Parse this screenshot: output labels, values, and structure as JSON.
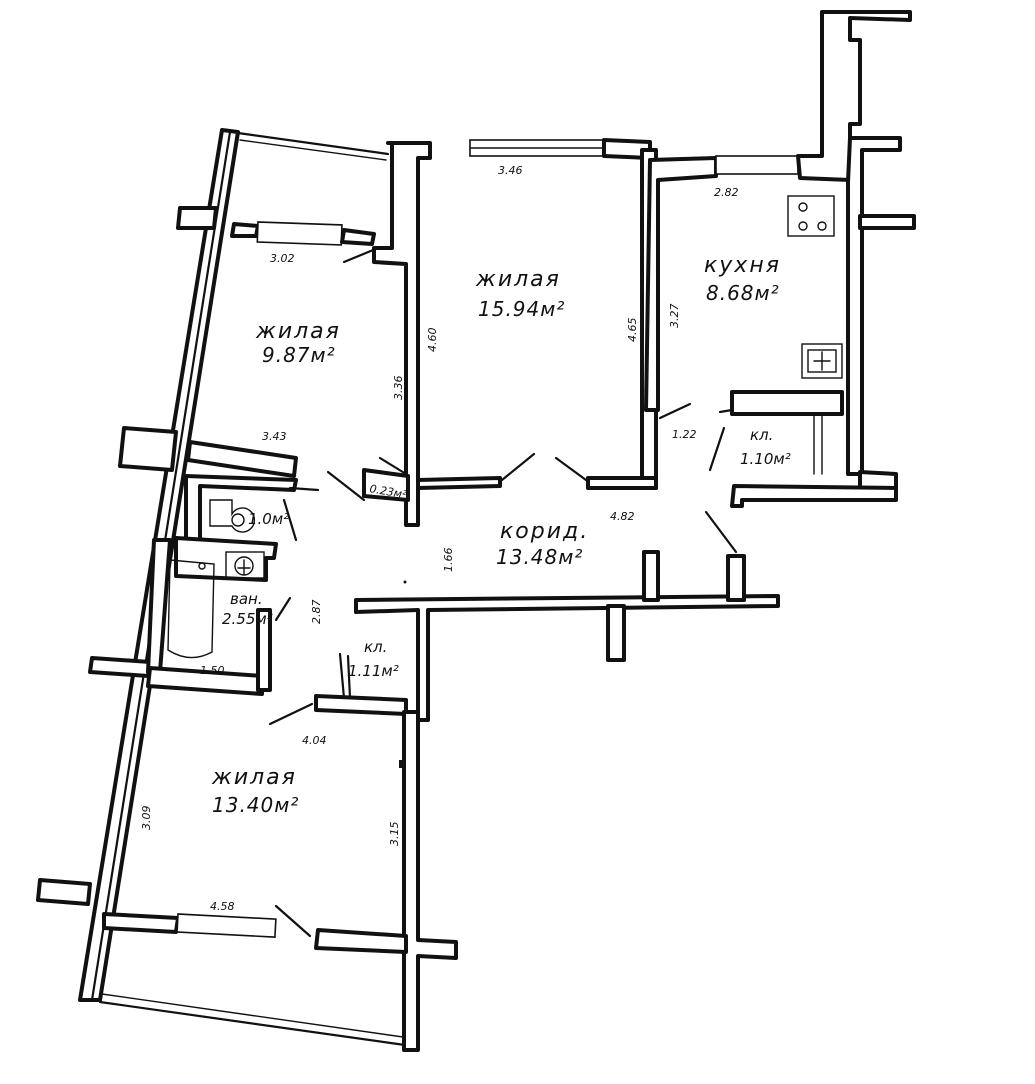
{
  "rooms": {
    "living_9": {
      "name": "жилая",
      "area": "9.87м²"
    },
    "living_15": {
      "name": "жилая",
      "area": "15.94м²"
    },
    "kitchen": {
      "name": "кухня",
      "area": "8.68м²"
    },
    "pantry_kitchen": {
      "name": "кл.",
      "area": "1.10м²"
    },
    "corridor": {
      "name": "корид.",
      "area": "13.48м²"
    },
    "wc": {
      "area": "1.0м²"
    },
    "bath": {
      "name": "ван.",
      "area": "2.55м²"
    },
    "pantry_hall": {
      "name": "кл.",
      "area": "1.11м²"
    },
    "living_13": {
      "name": "жилая",
      "area": "13.40м²"
    },
    "niche": {
      "area": "0.23м²"
    }
  },
  "dimensions": {
    "d_302": "3.02",
    "d_346": "3.46",
    "d_282": "2.82",
    "d_460": "4.60",
    "d_465": "4.65",
    "d_327": "3.27",
    "d_336": "3.36",
    "d_343": "3.43",
    "d_122": "1.22",
    "d_482": "4.82",
    "d_166": "1.66",
    "d_287": "2.87",
    "d_150": "1.50",
    "d_404": "4.04",
    "d_309": "3.09",
    "d_315": "3.15",
    "d_458": "4.58"
  },
  "colors": {
    "ink": "#111111",
    "paper": "#ffffff"
  }
}
